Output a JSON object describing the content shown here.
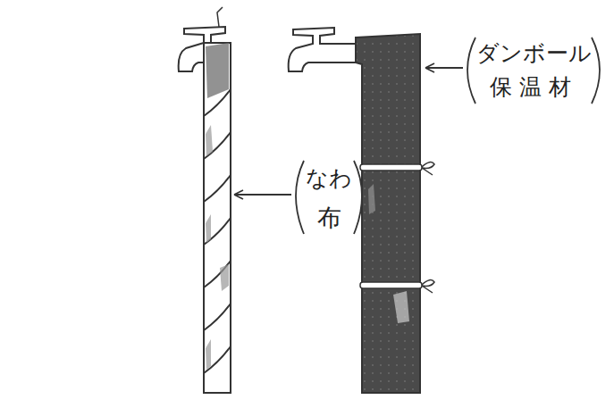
{
  "diagram": {
    "labels": [
      "なわ",
      "布",
      "ダンボール",
      "保温材"
    ]
  }
}
